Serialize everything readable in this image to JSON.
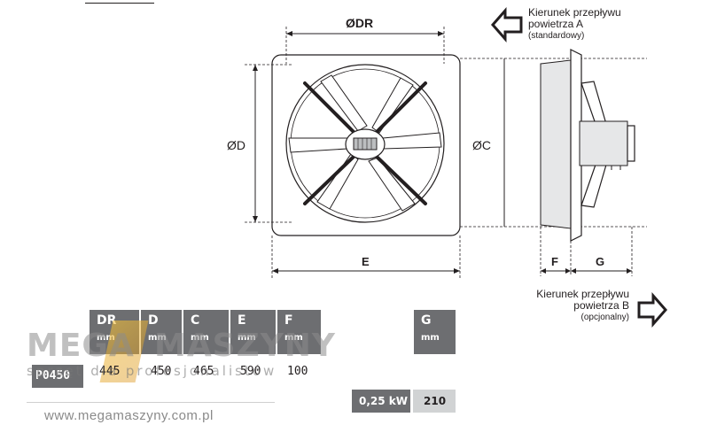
{
  "dimension_labels": {
    "dr": "ØDR",
    "d": "ØD",
    "c": "ØC",
    "e": "E",
    "f": "F",
    "g": "G"
  },
  "flow_a": {
    "line1": "Kierunek przepływu",
    "line2": "powietrza A",
    "line3": "(standardowy)"
  },
  "flow_b": {
    "line1": "Kierunek przepływu",
    "line2": "powietrza B",
    "line3": "(opcjonalny)"
  },
  "table": {
    "headers": [
      {
        "label": "DR",
        "unit": "mm"
      },
      {
        "label": "D",
        "unit": "mm"
      },
      {
        "label": "C",
        "unit": "mm"
      },
      {
        "label": "E",
        "unit": "mm"
      },
      {
        "label": "F",
        "unit": "mm"
      }
    ],
    "g_header": {
      "label": "G",
      "unit": "mm"
    },
    "model": "P0450",
    "values": [
      "445",
      "450",
      "465",
      "590",
      "100"
    ],
    "power": "0,25 kW",
    "g_value": "210"
  },
  "watermark": {
    "brand_left": "MEGA",
    "brand_right": "MASZYNY",
    "tagline": "sprzęt dla profesjonalistów",
    "url": "www.megamaszyny.com.pl"
  },
  "colors": {
    "header_bg": "#6d6e71",
    "line": "#231f20"
  }
}
